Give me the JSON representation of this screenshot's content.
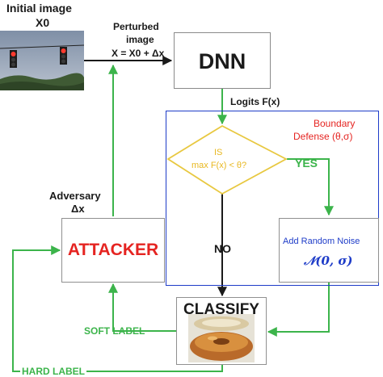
{
  "initial_image": {
    "title": "Initial image",
    "subtitle": "X0"
  },
  "perturbed": {
    "line1": "Perturbed",
    "line2": "image",
    "formula": "X = X0 + Δx"
  },
  "dnn": {
    "label": "DNN"
  },
  "logits": {
    "label": "Logits F(x)"
  },
  "boundary_defense": {
    "line1": "Boundary",
    "line2": "Defense (θ,σ)"
  },
  "decision": {
    "line1": "IS",
    "line2": "max F(x) < θ?"
  },
  "branches": {
    "yes": "YES",
    "no": "NO"
  },
  "noise": {
    "label": "Add Random Noise",
    "formula": "𝒩(0, σ)"
  },
  "attacker": {
    "label": "ATTACKER"
  },
  "adversary": {
    "line1": "Adversary",
    "line2": "Δx"
  },
  "classify": {
    "label": "CLASSIFY"
  },
  "soft_label": {
    "label": "SOFT LABEL"
  },
  "hard_label": {
    "label": "HARD LABEL"
  },
  "colors": {
    "black": "#1a1a1a",
    "green": "#3cb44b",
    "red": "#e52421",
    "blue": "#1e3cc8",
    "yellow": "#e8c840",
    "gray": "#909090"
  }
}
